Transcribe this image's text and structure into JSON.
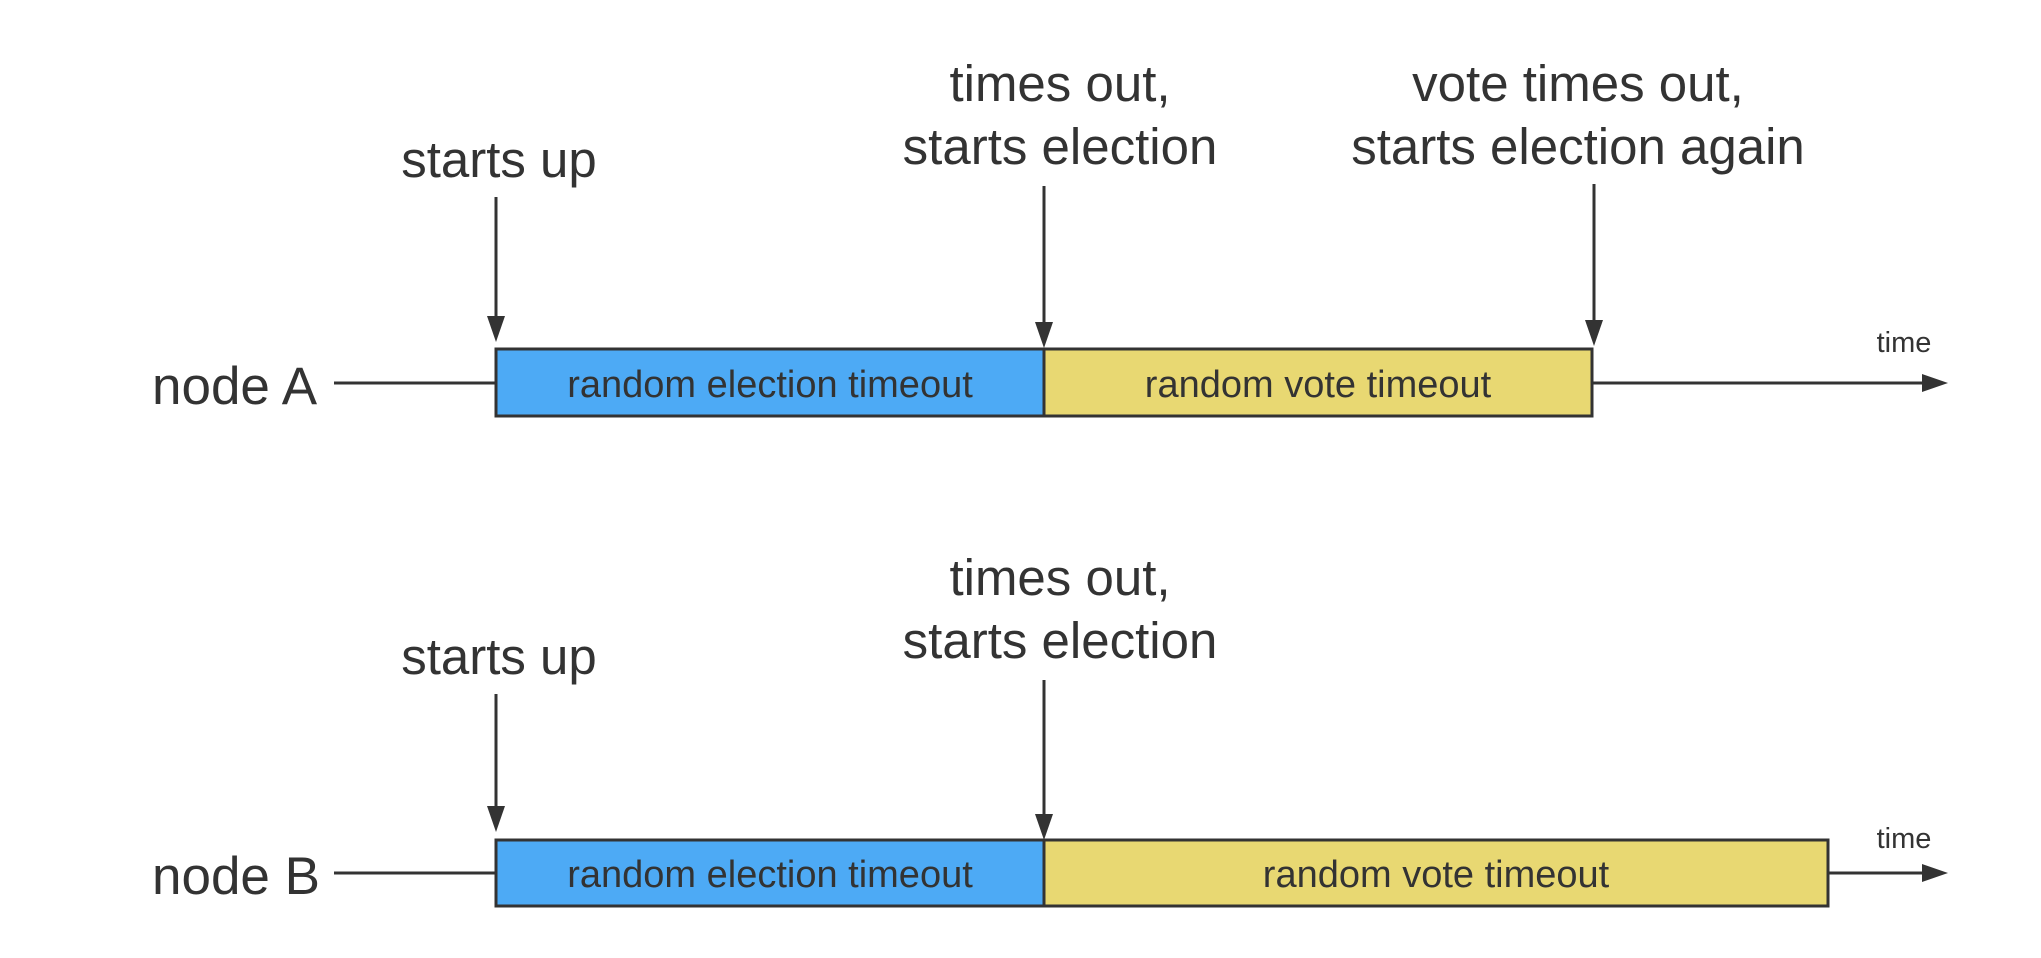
{
  "colors": {
    "election_fill": "#4DAAF5",
    "vote_fill": "#E8D872",
    "line": "#333333"
  },
  "timelines": [
    {
      "node_label": "node A",
      "time_label": "time",
      "segments": [
        {
          "label": "random election timeout",
          "kind": "election"
        },
        {
          "label": "random vote timeout",
          "kind": "vote"
        }
      ],
      "events": [
        {
          "lines": [
            "starts up"
          ]
        },
        {
          "lines": [
            "times out,",
            "starts election"
          ]
        },
        {
          "lines": [
            "vote times out,",
            "starts election again"
          ]
        }
      ]
    },
    {
      "node_label": "node B",
      "time_label": "time",
      "segments": [
        {
          "label": "random election timeout",
          "kind": "election"
        },
        {
          "label": "random vote timeout",
          "kind": "vote"
        }
      ],
      "events": [
        {
          "lines": [
            "starts up"
          ]
        },
        {
          "lines": [
            "times out,",
            "starts election"
          ]
        }
      ]
    }
  ]
}
